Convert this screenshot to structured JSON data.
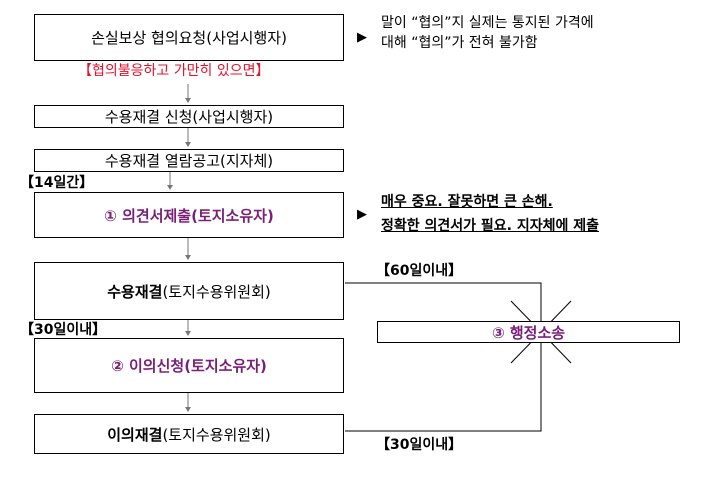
{
  "boxes": {
    "b1": "손실보상 협의요청(사업시행자)",
    "b2": "수용재결 신청(사업시행자)",
    "b3": "수용재결 열람공고(지자체)",
    "b4": "① 의견서제출(토지소유자)",
    "b5_bold": "수용재결",
    "b5_rest": "(토지수용위원회)",
    "b6": "② 이의신청(토지소유자)",
    "b7_bold": "이의재결",
    "b7_rest": "(토지수용위원회)",
    "b8": "③ 행정소송"
  },
  "labels": {
    "red_condition": "【협의불응하고 가만히 있으면】",
    "days14": "【14일간】",
    "days30_left": "【30일이내】",
    "days60": "【60일이내】",
    "days30_right": "【30일이내】"
  },
  "notes": {
    "note1_line1": "말이 “협의”지 실제는 통지된 가격에",
    "note1_line2": "대해 “협의”가 전혀 불가함",
    "note2_line1": "매우 중요. 잘못하면 큰 손해.",
    "note2_line2": "정확한 의견서가 필요. 지자체에 제출"
  },
  "icons": {
    "pointer": "▶"
  },
  "colors": {
    "purple": "#7a1f78",
    "red": "#e8102a"
  }
}
